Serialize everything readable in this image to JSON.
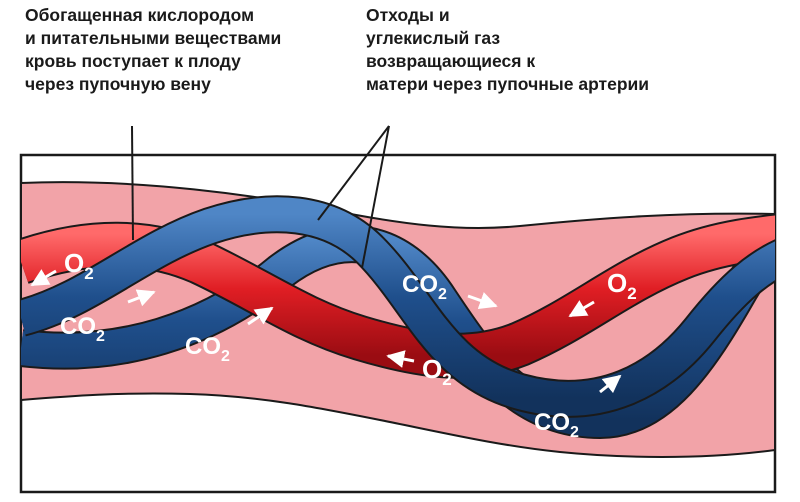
{
  "captions": {
    "vein": [
      "Обогащенная кислородом",
      "и питательными веществами",
      "кровь поступает к плоду",
      "через пупочную вену"
    ],
    "arteries": [
      "Отходы и",
      "углекислый газ",
      "возвращающиеся к",
      "матери через пупочные артерии"
    ]
  },
  "labels": {
    "o2": {
      "base": "O",
      "sub": "2"
    },
    "co2": {
      "base": "CO",
      "sub": "2"
    }
  },
  "colors": {
    "cord_tissue": "#f2a3a8",
    "vein": "#e01e24",
    "artery": "#1f4f8c",
    "outline": "#1a1a1a"
  }
}
